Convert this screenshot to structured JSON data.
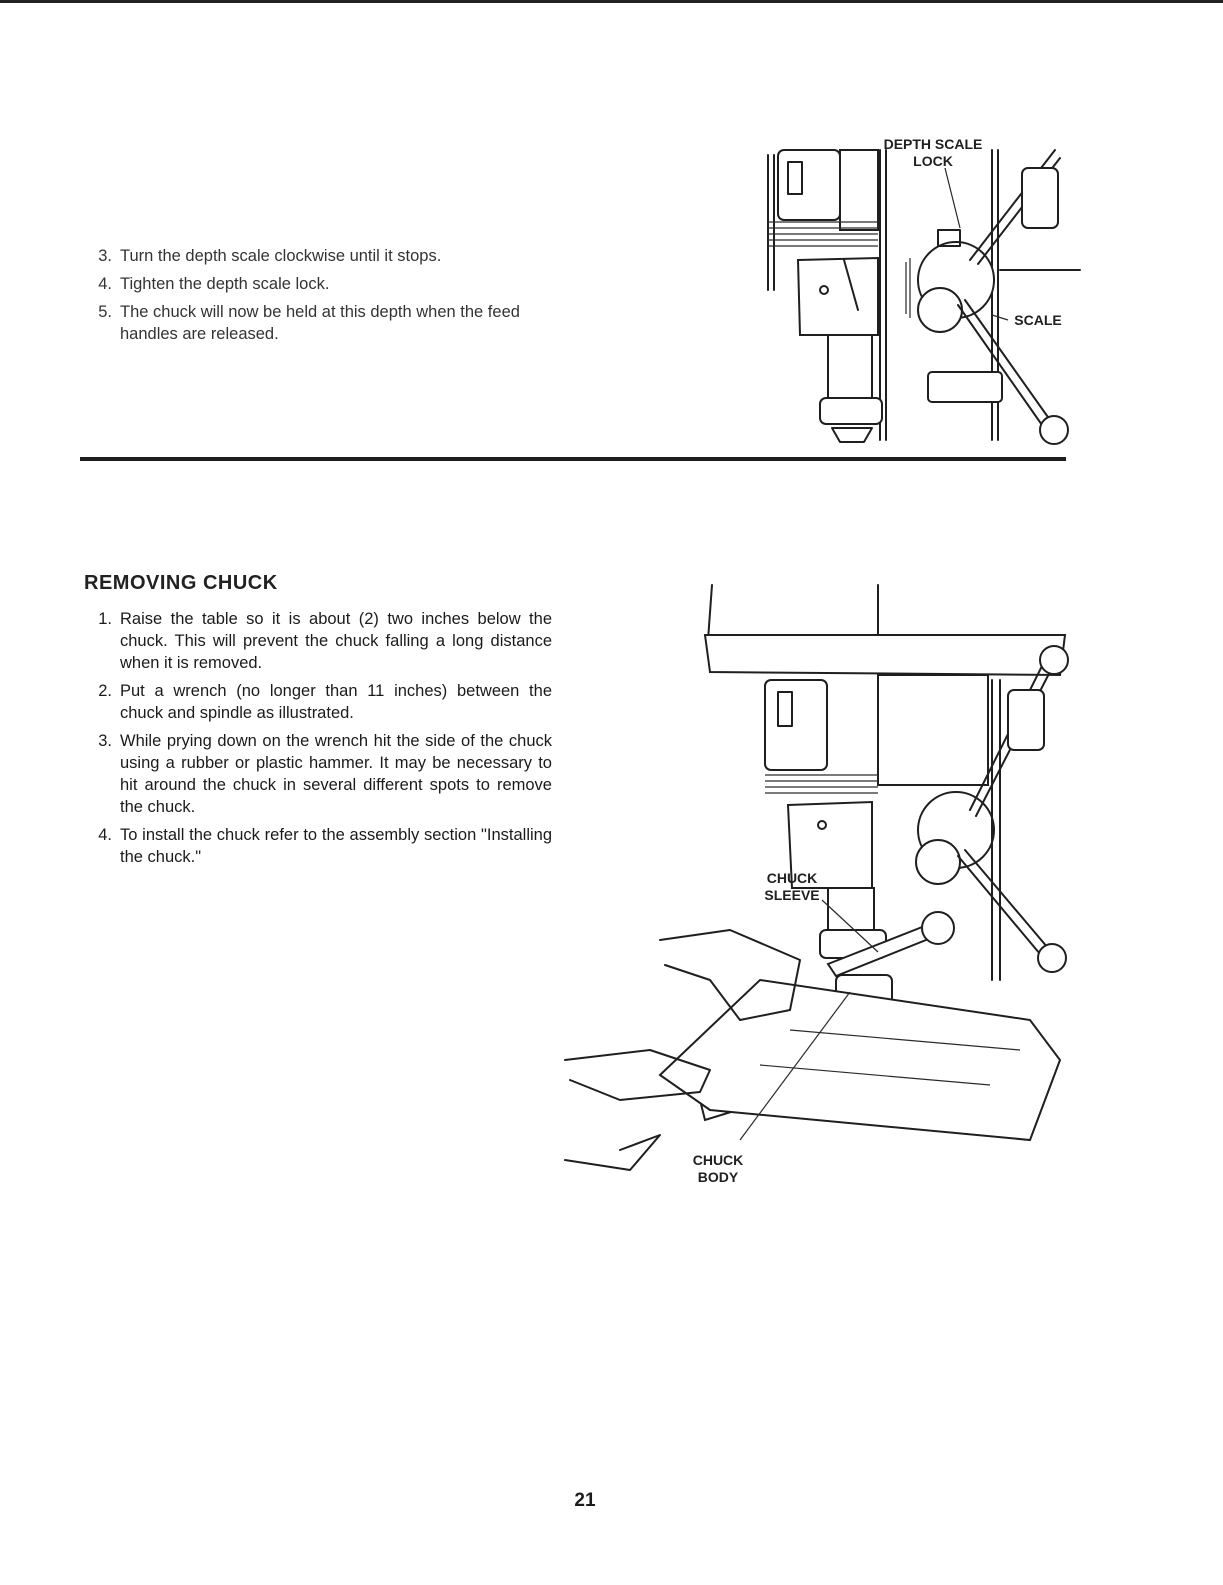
{
  "top_section": {
    "steps": [
      {
        "num": "3.",
        "text": "Turn the depth scale clockwise until it stops."
      },
      {
        "num": "4.",
        "text": "Tighten the depth scale lock."
      },
      {
        "num": "5.",
        "text": "The chuck will now be held at this depth when the feed handles are released."
      }
    ],
    "figure": {
      "label_depth_scale_lock_1": "DEPTH SCALE",
      "label_depth_scale_lock_2": "LOCK",
      "label_scale": "SCALE"
    }
  },
  "removing_chuck": {
    "heading": "REMOVING CHUCK",
    "steps": [
      {
        "num": "1.",
        "text": "Raise the table so it is about (2) two inches below the chuck. This will prevent the chuck falling a long distance when it is removed."
      },
      {
        "num": "2.",
        "text": "Put a wrench (no longer than 11 inches) between the chuck and spindle as illustrated."
      },
      {
        "num": "3.",
        "text": "While prying down on the wrench hit the side of the chuck using a rubber or plastic hammer. It may be necessary to hit around the chuck in several different spots to remove the chuck."
      },
      {
        "num": "4.",
        "text": "To install the chuck refer to the assembly section \"Installing the chuck.\""
      }
    ],
    "figure": {
      "label_chuck_sleeve_1": "CHUCK",
      "label_chuck_sleeve_2": "SLEEVE",
      "label_chuck_body_1": "CHUCK",
      "label_chuck_body_2": "BODY"
    }
  },
  "page_number": "21"
}
